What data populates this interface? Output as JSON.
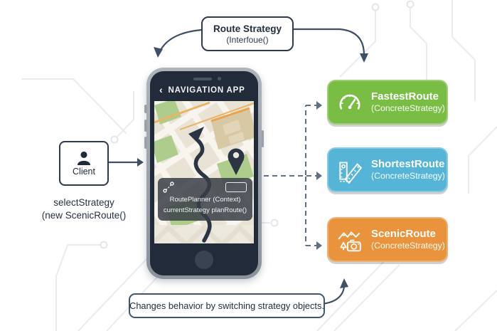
{
  "title_box": {
    "title": "Route Strategy",
    "subtitle": "(Interfoue()"
  },
  "client": {
    "label": "Client",
    "icon": "person-icon"
  },
  "client_call": {
    "line1": "selectStrategy",
    "line2": "(new ScenicRoute()"
  },
  "phone": {
    "app_header": "NAVIGATION APP",
    "back_glyph": "‹",
    "context_panel": {
      "line1": "RoutePlanner (Context)",
      "line2": "currentStrategy planRoute()",
      "icon": "route-icon"
    }
  },
  "strategies": [
    {
      "name": "FastestRoute",
      "subtitle": "(ConcreteStrategy)",
      "icon": "speedometer-icon",
      "color": "#79bd44"
    },
    {
      "name": "ShortestRoute",
      "subtitle": "(ConcreteStrategy)",
      "icon": "ruler-icon",
      "color": "#56b4d7"
    },
    {
      "name": "ScenicRoute",
      "subtitle": "(ConcreteStrategy)",
      "icon": "mountain-camera-icon",
      "color": "#e9943c"
    }
  ],
  "caption": "Changes behavior by switching strategy objects.",
  "colors": {
    "outline_navy": "#2e3b4e",
    "arrow": "#3d5065",
    "dashed_line": "#5f7082",
    "circuit_trace": "#e8ebef",
    "map_green": "#aecd8d",
    "map_tan": "#d8c8a4",
    "map_orange": "#ecb266",
    "phone_body": "#222b3a"
  }
}
